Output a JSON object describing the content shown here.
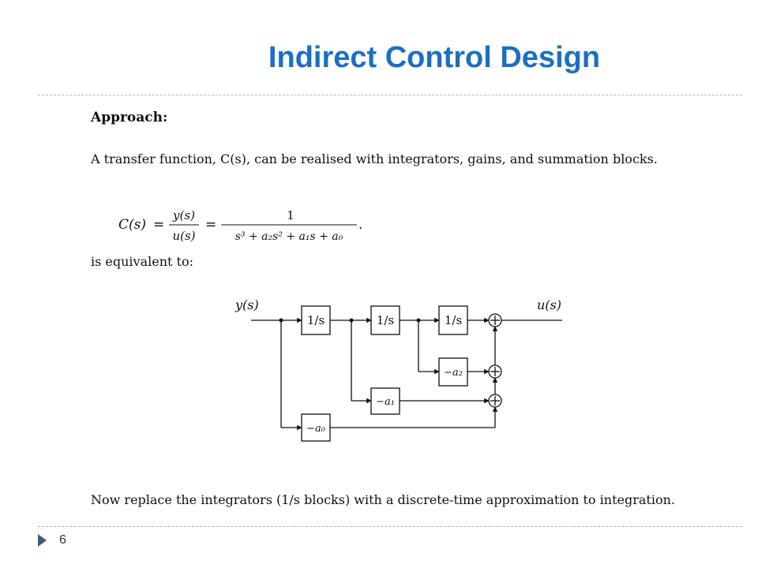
{
  "slide": {
    "title": "Indirect Control Design",
    "number": "6"
  },
  "content": {
    "heading": "Approach:",
    "paragraph": "A transfer function, C(s), can be realised with integrators, gains, and summation blocks.",
    "equivalent_text": "is equivalent to:",
    "closing_text": "Now replace the integrators (1/s blocks) with a discrete-time approximation to integration."
  },
  "formula": {
    "lhs": "C(s)",
    "frac1_num": "y(s)",
    "frac1_den": "u(s)",
    "frac2_num": "1",
    "frac2_den": "s³ + a₂s² + a₁s + a₀"
  },
  "diagram": {
    "input_label": "y(s)",
    "output_label": "u(s)",
    "integrator_1": "1/s",
    "integrator_2": "1/s",
    "integrator_3": "1/s",
    "gain_a2": "−a₂",
    "gain_a1": "−a₁",
    "gain_a0": "−a₀"
  }
}
